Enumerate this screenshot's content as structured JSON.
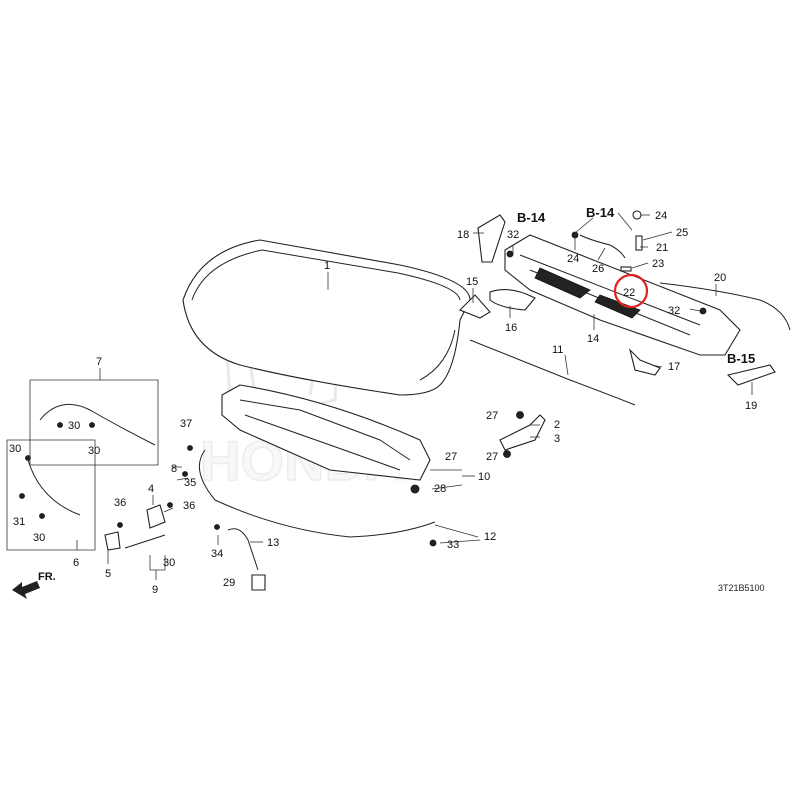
{
  "callouts": {
    "p1": "1",
    "p2": "2",
    "p3": "3",
    "p4": "4",
    "p5": "5",
    "p6": "6",
    "p7": "7",
    "p8": "8",
    "p9": "9",
    "p10": "10",
    "p11": "11",
    "p12": "12",
    "p13": "13",
    "p14": "14",
    "p15": "15",
    "p16": "16",
    "p17": "17",
    "p18": "18",
    "p19": "19",
    "p20": "20",
    "p21": "21",
    "p22": "22",
    "p23": "23",
    "p24a": "24",
    "p24b": "24",
    "p25": "25",
    "p26": "26",
    "p27a": "27",
    "p27b": "27",
    "p27c": "27",
    "p28": "28",
    "p29": "29",
    "p30a": "30",
    "p30b": "30",
    "p30c": "30",
    "p30d": "30",
    "p30e": "30",
    "p31": "31",
    "p32a": "32",
    "p32b": "32",
    "p33": "33",
    "p34": "34",
    "p35": "35",
    "p36a": "36",
    "p36b": "36",
    "p37": "37"
  },
  "references": {
    "b14_left": "B-14",
    "b14_right": "B-14",
    "b15": "B-15"
  },
  "front_label": "FR.",
  "diagram_code": "3T21B5100",
  "highlighted_part": "22",
  "highlight_color": "#e0211d",
  "watermark_text": "HONDA"
}
